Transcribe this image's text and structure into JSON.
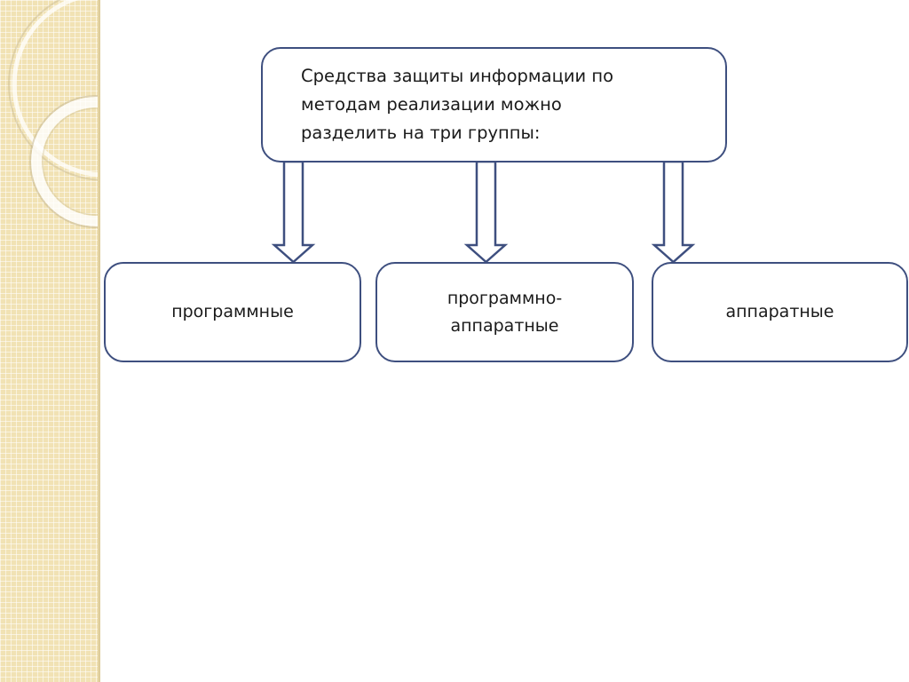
{
  "diagram": {
    "root": {
      "label": "Средства защиты информации по методам реализации можно разделить на три группы:"
    },
    "children": [
      {
        "label": "программные"
      },
      {
        "label": "программно-\nаппаратные"
      },
      {
        "label": "аппаратные"
      }
    ],
    "colors": {
      "box_border": "#3e4f7f",
      "arrow_stroke": "#3e4f7f",
      "strip": "#f1e2b4"
    }
  }
}
